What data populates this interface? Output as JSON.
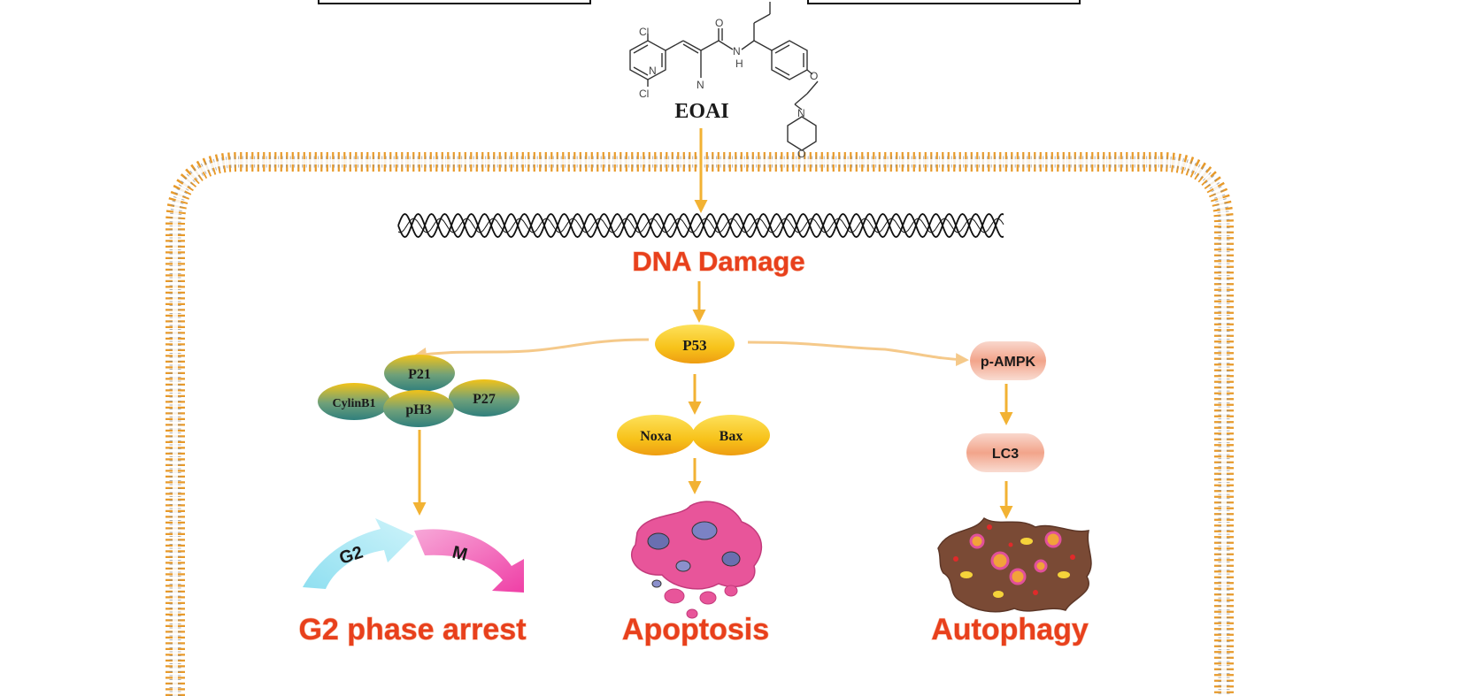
{
  "drug": {
    "name": "EOAI"
  },
  "dna": {
    "label": "DNA Damage"
  },
  "hub": {
    "label": "P53"
  },
  "left_branch": {
    "proteins": [
      {
        "id": "p21",
        "label": "P21"
      },
      {
        "id": "cylinb1",
        "label": "CylinB1"
      },
      {
        "id": "ph3",
        "label": "pH3"
      },
      {
        "id": "p27",
        "label": "P27"
      }
    ],
    "phases": {
      "g2": "G2",
      "m": "M"
    },
    "outcome": "G2 phase arrest"
  },
  "middle_branch": {
    "proteins": [
      {
        "id": "noxa",
        "label": "Noxa"
      },
      {
        "id": "bax",
        "label": "Bax"
      }
    ],
    "outcome": "Apoptosis"
  },
  "right_branch": {
    "proteins": [
      {
        "id": "pampk",
        "label": "p-AMPK"
      },
      {
        "id": "lc3",
        "label": "LC3"
      }
    ],
    "outcome": "Autophagy"
  },
  "structure_atoms": [
    "Cl",
    "N",
    "Cl",
    "O",
    "N",
    "H",
    "N",
    "O",
    "N",
    "O"
  ],
  "colors": {
    "arrow": "#f2b233",
    "outcome_text": "#e8401c",
    "membrane": "#e89a2a",
    "teal_protein": "#3f8f86",
    "yellow_protein": "#f7c21a",
    "pink_protein": "#f2a48a"
  }
}
